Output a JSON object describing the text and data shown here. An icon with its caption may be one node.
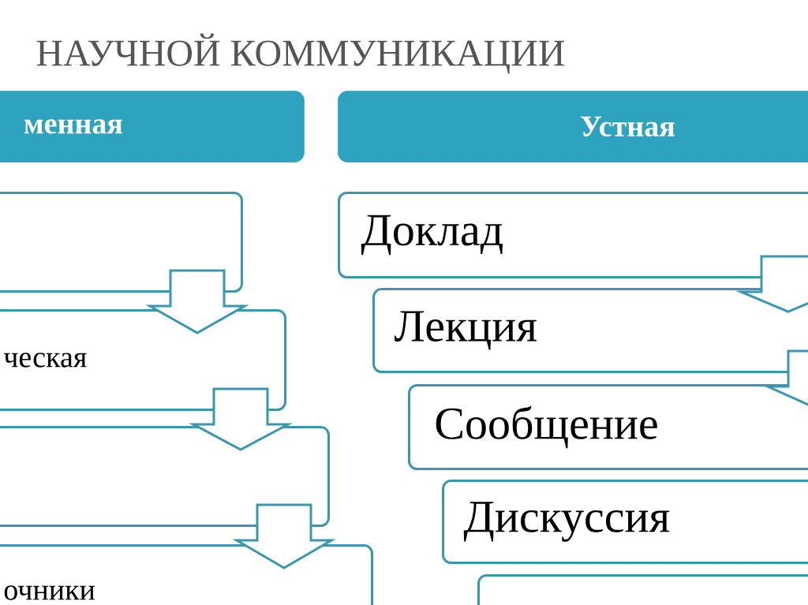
{
  "diagram": {
    "title": "НАУЧНОЙ КОММУНИКАЦИИ",
    "nodes": [
      {
        "text": [
          "менная"
        ]
      },
      {
        "text": [
          "Устная"
        ]
      },
      {
        "text": [],
        "shape": "box"
      },
      {
        "text": [
          "ческая"
        ]
      },
      {
        "text": [],
        "shape": "box"
      },
      {
        "text": [
          "очники"
        ]
      },
      {
        "text": [
          "Доклад"
        ]
      },
      {
        "text": [
          "Лекция"
        ]
      },
      {
        "text": [
          "Сообщение"
        ]
      },
      {
        "text": [
          "Дискуссия"
        ]
      },
      {
        "text": [],
        "shape": "box"
      }
    ],
    "edges": [
      {
        "from": 2,
        "to": 3,
        "arrow": "to"
      },
      {
        "from": 3,
        "to": 4,
        "arrow": "to"
      },
      {
        "from": 4,
        "to": 5,
        "arrow": "to"
      },
      {
        "from": 6,
        "to": 7,
        "arrow": "to"
      },
      {
        "from": 7,
        "to": 8,
        "arrow": "to"
      }
    ]
  }
}
